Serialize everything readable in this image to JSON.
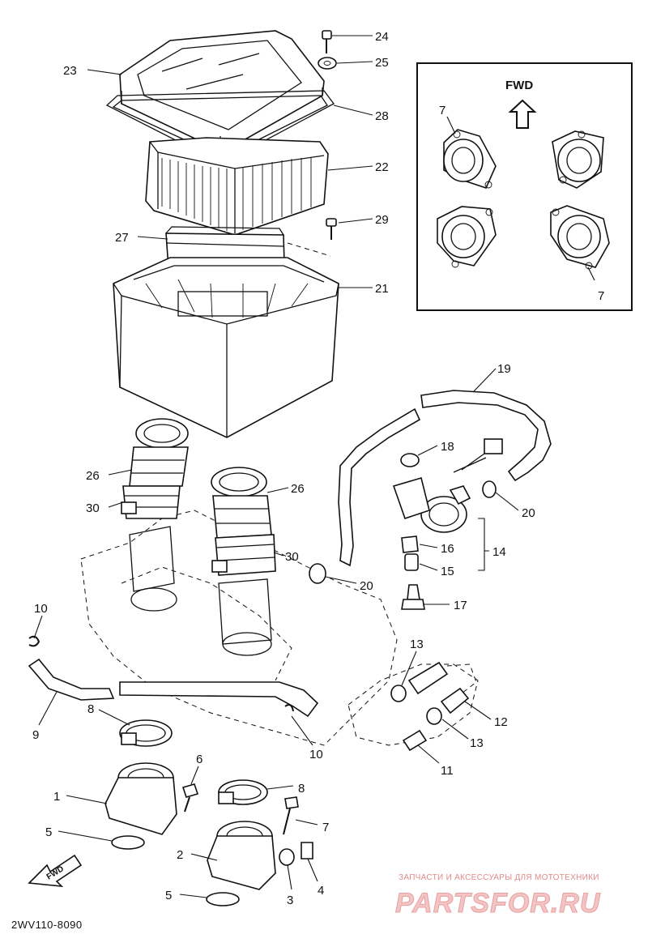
{
  "parts": [
    {
      "id": "p23",
      "label": "23"
    },
    {
      "id": "p24",
      "label": "24"
    },
    {
      "id": "p25",
      "label": "25"
    },
    {
      "id": "p28",
      "label": "28"
    },
    {
      "id": "p22",
      "label": "22"
    },
    {
      "id": "p29",
      "label": "29"
    },
    {
      "id": "p27",
      "label": "27"
    },
    {
      "id": "p21",
      "label": "21"
    },
    {
      "id": "p19",
      "label": "19"
    },
    {
      "id": "p18",
      "label": "18"
    },
    {
      "id": "p26a",
      "label": "26"
    },
    {
      "id": "p26b",
      "label": "26"
    },
    {
      "id": "p30a",
      "label": "30"
    },
    {
      "id": "p30b",
      "label": "30"
    },
    {
      "id": "p20a",
      "label": "20"
    },
    {
      "id": "p20b",
      "label": "20"
    },
    {
      "id": "p16",
      "label": "16"
    },
    {
      "id": "p14",
      "label": "14"
    },
    {
      "id": "p15",
      "label": "15"
    },
    {
      "id": "p17",
      "label": "17"
    },
    {
      "id": "p10a",
      "label": "10"
    },
    {
      "id": "p10b",
      "label": "10"
    },
    {
      "id": "p9",
      "label": "9"
    },
    {
      "id": "p8a",
      "label": "8"
    },
    {
      "id": "p8b",
      "label": "8"
    },
    {
      "id": "p13a",
      "label": "13"
    },
    {
      "id": "p13b",
      "label": "13"
    },
    {
      "id": "p12",
      "label": "12"
    },
    {
      "id": "p11",
      "label": "11"
    },
    {
      "id": "p6",
      "label": "6"
    },
    {
      "id": "p1",
      "label": "1"
    },
    {
      "id": "p7",
      "label": "7"
    },
    {
      "id": "p5a",
      "label": "5"
    },
    {
      "id": "p5b",
      "label": "5"
    },
    {
      "id": "p2",
      "label": "2"
    },
    {
      "id": "p3",
      "label": "3"
    },
    {
      "id": "p4",
      "label": "4"
    }
  ],
  "inset": {
    "fwd_label": "FWD",
    "labels": [
      {
        "id": "i7a",
        "label": "7"
      },
      {
        "id": "i7b",
        "label": "7"
      }
    ]
  },
  "fwd_arrow_label": "FWD",
  "diagram_code": "2WV110-8090",
  "watermark": {
    "tagline": "ЗАПЧАСТИ И АКСЕССУАРЫ ДЛЯ МОТОТЕХНИКИ",
    "logo": "PARTSFOR.RU"
  },
  "colors": {
    "ink": "#111111",
    "watermark_text": "#e08a8a",
    "watermark_logo": "#f2c4c4"
  }
}
